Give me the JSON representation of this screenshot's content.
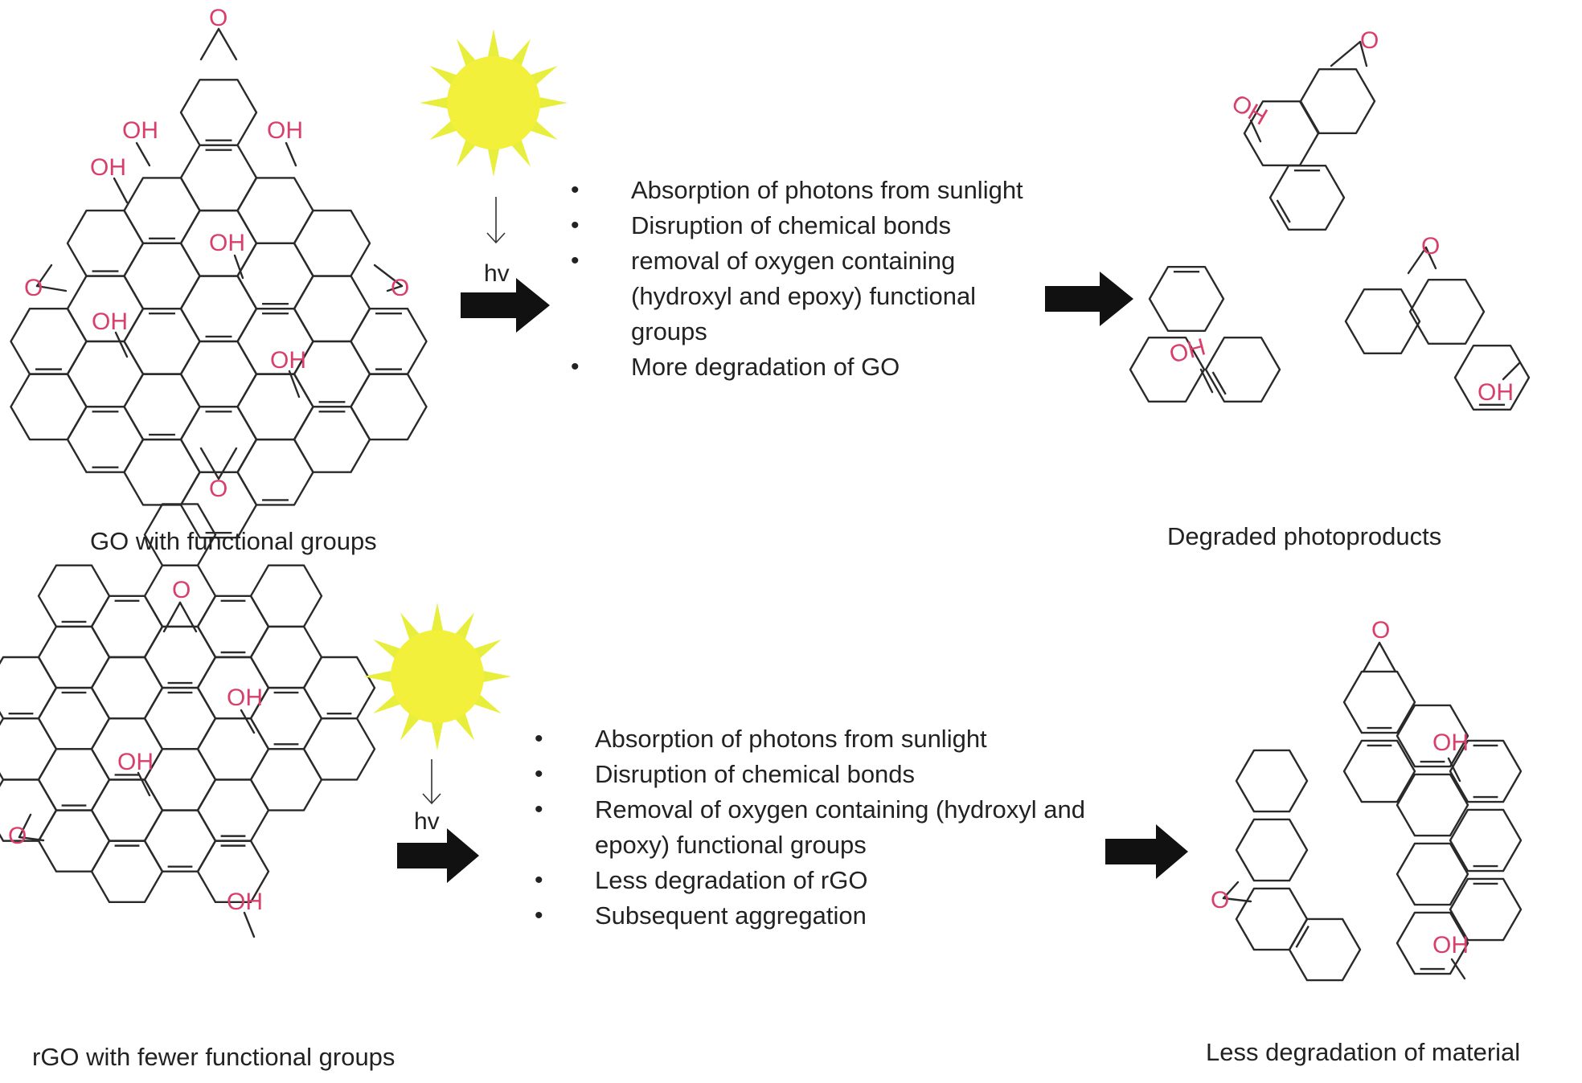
{
  "top": {
    "caption_left": "GO with functional groups",
    "caption_right": "Degraded photoproducts",
    "hv": "hv",
    "steps": [
      "Absorption of photons from sunlight",
      "Disruption of chemical bonds",
      "removal of oxygen containing (hydroxyl and epoxy) functional groups",
      "More degradation of GO"
    ]
  },
  "bottom": {
    "caption_left": "rGO with fewer functional groups",
    "caption_right": "Less degradation of material",
    "hv": "hv",
    "steps": [
      "Absorption of photons from sunlight",
      "Disruption of chemical bonds",
      "Removal of oxygen containing (hydroxyl and epoxy) functional groups",
      "Less degradation of rGO",
      "Subsequent aggregation"
    ]
  },
  "labels": {
    "hydroxyl": "OH",
    "epoxy": "O"
  },
  "colors": {
    "functional_group": "#d6406a",
    "sun": "#f2f03a",
    "arrow": "#111111"
  },
  "icons": [
    "sun-icon",
    "arrow-right-icon",
    "arrow-down-icon"
  ]
}
